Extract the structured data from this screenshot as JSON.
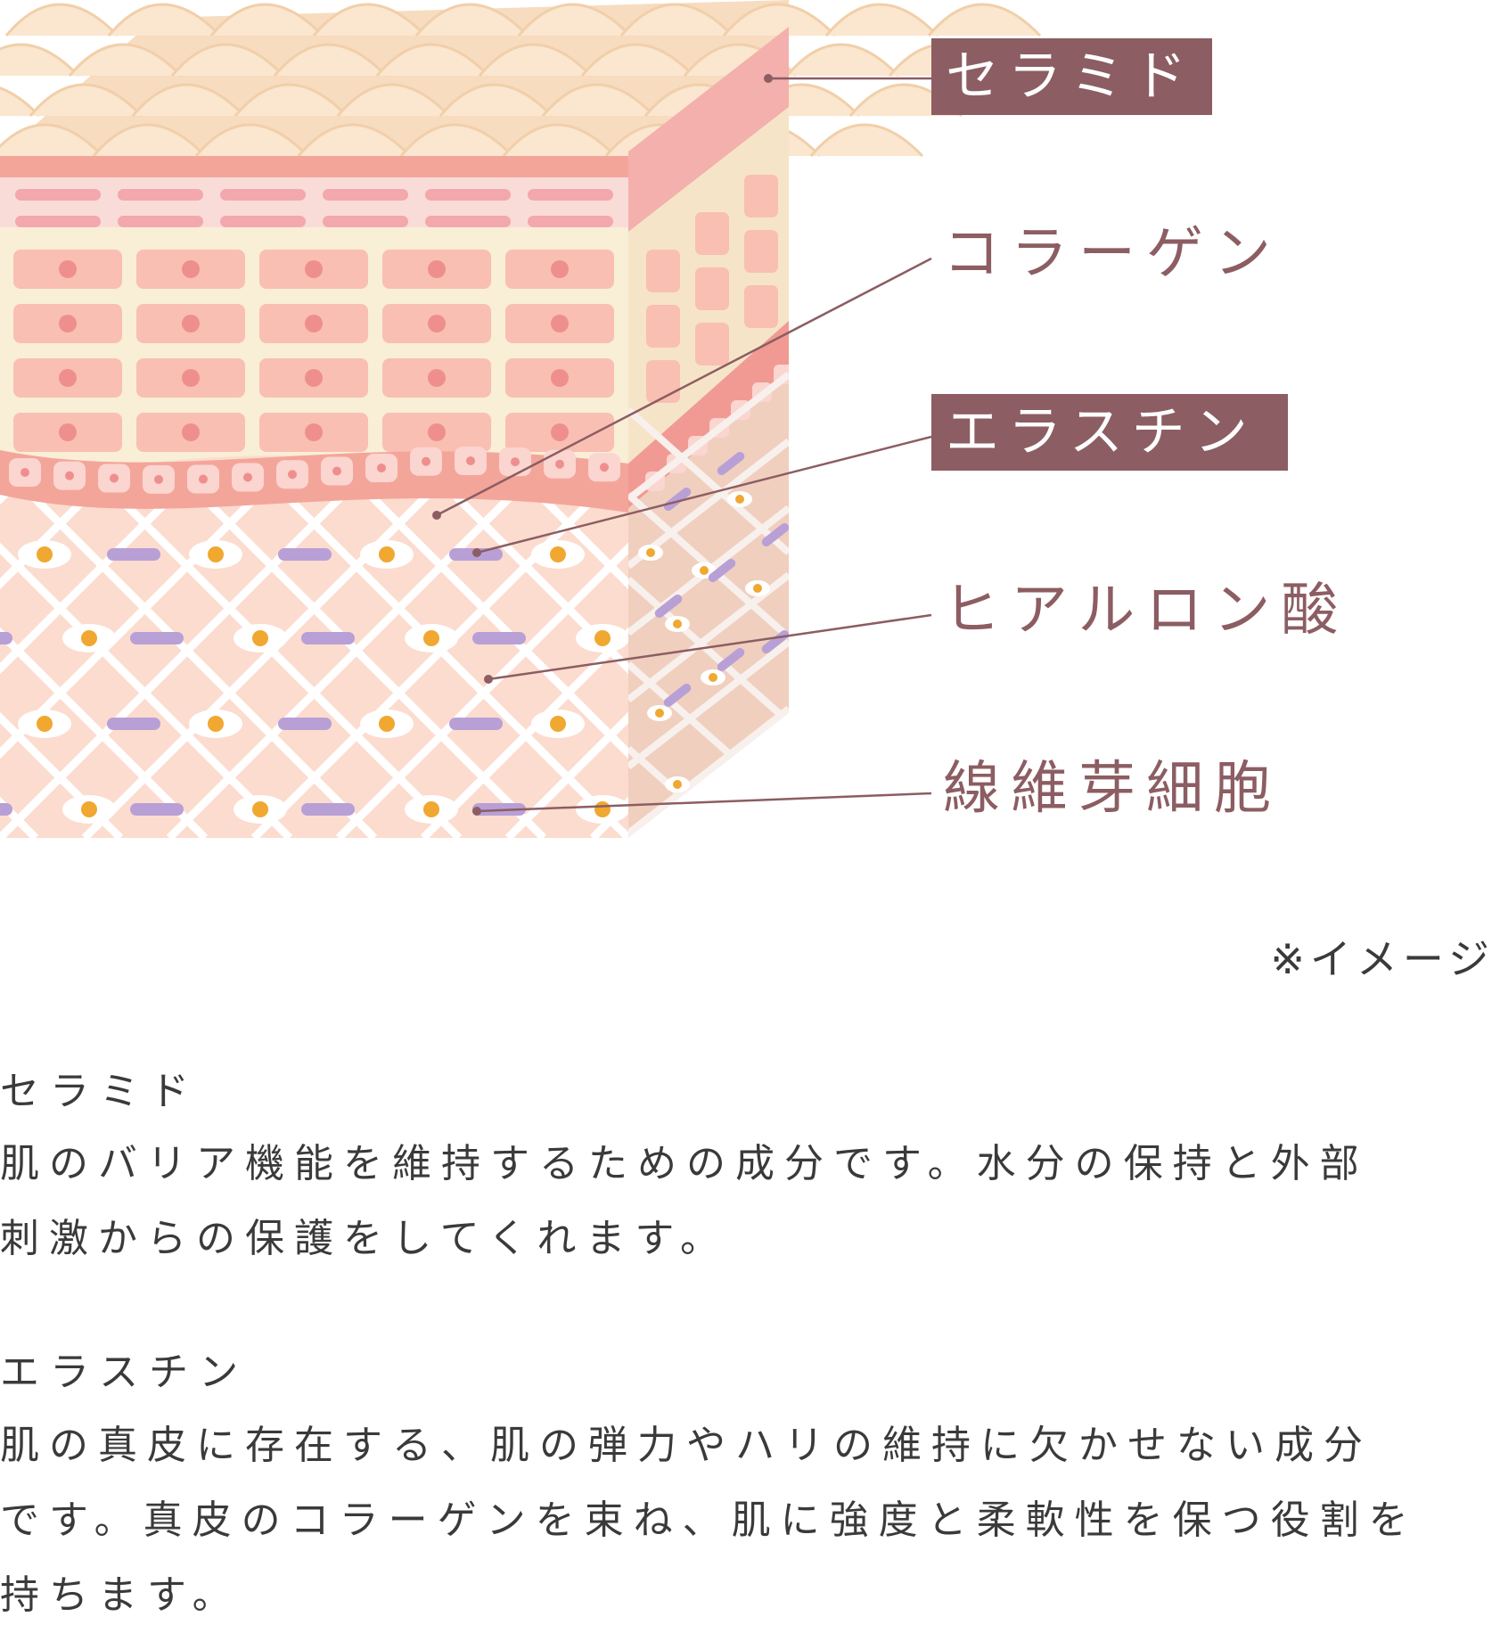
{
  "diagram": {
    "labels": {
      "ceramide": "セラミド",
      "collagen": "コラーゲン",
      "elastin": "エラスチン",
      "hyaluronic": "ヒアルロン酸",
      "fibroblast": "線維芽細胞"
    },
    "colors": {
      "tag_bg": "#8c5d62",
      "label_text": "#8c5d62",
      "leader_line": "#8c5d62",
      "stratum_corneum": "#f7dcc0",
      "epidermis_bg": "#f9eed6",
      "cells": "#f9bfb3",
      "basal_layer": "#f4a59a",
      "dermis": "#fbdccf",
      "elastin_fiber": "#b8a0d6",
      "fibroblast_nucleus": "#f0a830"
    }
  },
  "note": "※イメージ",
  "sections": [
    {
      "title": "セラミド",
      "lines": [
        "肌のバリア機能を維持するための成分です。水分の保持と外部",
        "刺激からの保護をしてくれます。"
      ]
    },
    {
      "title": "エラスチン",
      "lines": [
        "肌の真皮に存在する、肌の弾力やハリの維持に欠かせない成分",
        "です。真皮のコラーゲンを束ね、肌に強度と柔軟性を保つ役割を",
        "持ちます。"
      ]
    }
  ]
}
